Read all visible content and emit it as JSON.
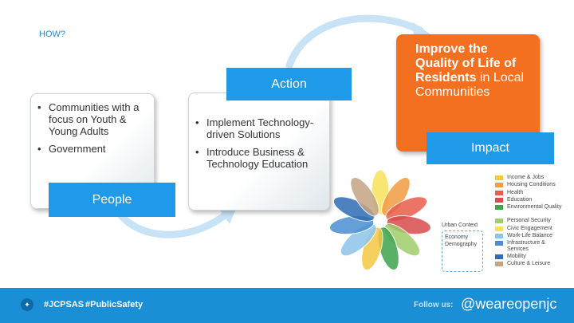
{
  "how": "HOW?",
  "people": {
    "items": [
      "Communities with a focus on Youth & Young Adults",
      "Government"
    ],
    "label": "People"
  },
  "action": {
    "items": [
      "Implement Technology-driven Solutions",
      "Introduce Business & Technology Education"
    ],
    "label": "Action"
  },
  "impact": {
    "line_bold": "Improve the Quality of Life of Residents",
    "line_rest": "in Local Communities",
    "label": "Impact"
  },
  "urban_context": {
    "title": "Urban Context",
    "items": [
      "Economy",
      "Demography"
    ]
  },
  "legend": [
    {
      "label": "Income & Jobs",
      "color": "#f5c842"
    },
    {
      "label": "Housing Conditions",
      "color": "#f39c40"
    },
    {
      "label": "Health",
      "color": "#e85c4a"
    },
    {
      "label": "Education",
      "color": "#d94b4b"
    },
    {
      "label": "Environmental Quality",
      "color": "#3fa34d"
    },
    {
      "label": "Personal Security",
      "color": "#9fce6a"
    },
    {
      "label": "Civic Engagement",
      "color": "#f7e25a"
    },
    {
      "label": "Work-Life Balance",
      "color": "#8dc4ea"
    },
    {
      "label": "Infrastructure & Services",
      "color": "#4a8fd1"
    },
    {
      "label": "Mobility",
      "color": "#2f6db5"
    },
    {
      "label": "Culture & Leisure",
      "color": "#c4a485"
    }
  ],
  "footer": {
    "twitter_icon": "twitter-bird-icon",
    "hashtag1": "#JCPSAS",
    "hashtag2": "#PublicSafety",
    "follow_us": "Follow us:",
    "handle": "@weareopenjc"
  }
}
